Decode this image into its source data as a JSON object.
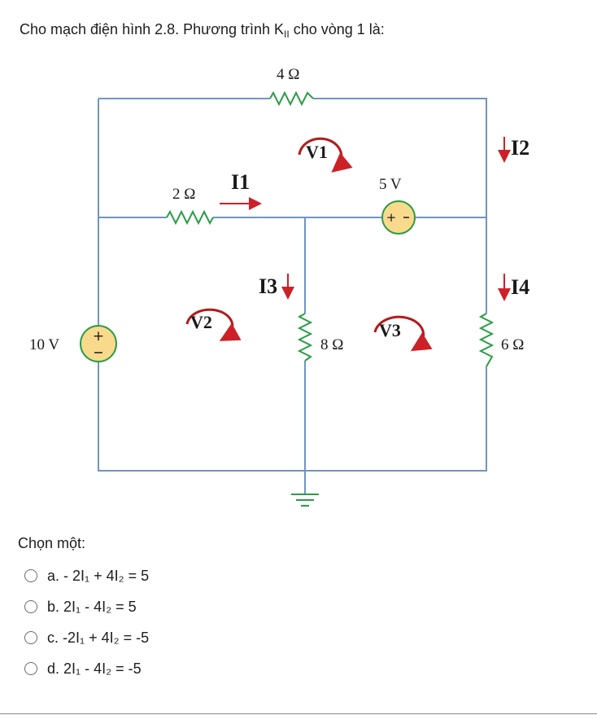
{
  "question": {
    "prefix": "Cho mạch điện hình 2.8. Phương trình K",
    "sub": "II",
    "suffix": " cho vòng 1 là:"
  },
  "circuit": {
    "r_top": "4 Ω",
    "r_mid": "2 Ω",
    "r_center": "8 Ω",
    "r_right": "6 Ω",
    "source_v": "10 V",
    "source_5v": "5 V",
    "i1": "I1",
    "i2": "I2",
    "i3": "I3",
    "i4": "I4",
    "loop1": "V1",
    "loop2": "V2",
    "loop3": "V3",
    "wire_color": "#6f95c1",
    "resistor_color": "#2a9d46",
    "arrow_color": "#cc2127",
    "source_fill": "#f9d98c"
  },
  "prompt": "Chọn một:",
  "options": [
    {
      "label": "a. ",
      "text": "- 2I₁ + 4I₂ = 5"
    },
    {
      "label": "b. ",
      "text": "2I₁ - 4I₂ = 5"
    },
    {
      "label": "c. ",
      "text": "-2I₁ + 4I₂ = -5"
    },
    {
      "label": "d. ",
      "text": "2I₁ - 4I₂ = -5"
    }
  ]
}
